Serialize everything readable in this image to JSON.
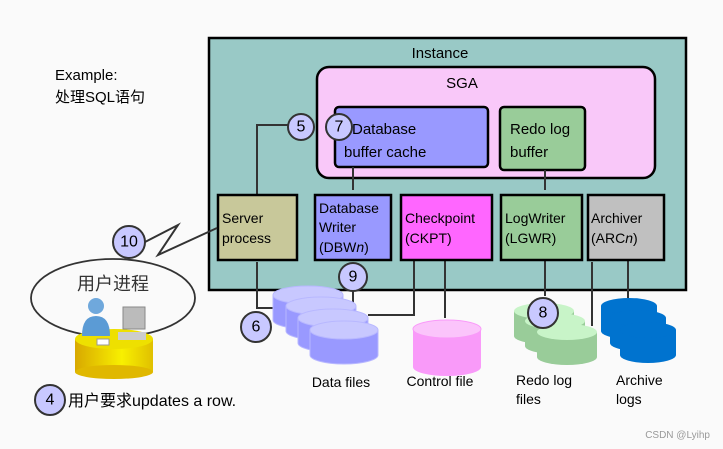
{
  "example": {
    "title": "Example:",
    "subtitle": "处理SQL语句"
  },
  "instance": {
    "label": "Instance",
    "color": "#99c9c6"
  },
  "sga": {
    "label": "SGA",
    "color": "#f9c8f9"
  },
  "buffer_cache": {
    "line1": "Database",
    "line2": "buffer cache",
    "color": "#9999ff"
  },
  "redo_buffer": {
    "line1": "Redo log",
    "line2": "buffer",
    "color": "#99cc99"
  },
  "processes": {
    "server": {
      "line1": "Server",
      "line2": "process",
      "color": "#c8c89a"
    },
    "dbwr": {
      "line1": "Database",
      "line2": "Writer",
      "line3a": "(DBW",
      "line3b": "n",
      "line3c": ")",
      "color": "#9999ff"
    },
    "ckpt": {
      "line1": "Checkpoint",
      "line2": "(CKPT)",
      "color": "#ff66ff"
    },
    "lgwr": {
      "line1": "LogWriter",
      "line2": "(LGWR)",
      "color": "#99cc99"
    },
    "arch": {
      "line1": "Archiver",
      "line2a": "(ARC",
      "line2b": "n",
      "line2c": ")",
      "color": "#c0c0c0"
    }
  },
  "files": {
    "data": "Data files",
    "control": "Control file",
    "redo1": "Redo log",
    "redo2": "files",
    "archive1": "Archive",
    "archive2": "logs"
  },
  "user_process": "用户进程",
  "steps": {
    "s4": "4",
    "s5": "5",
    "s6": "6",
    "s7": "7",
    "s8": "8",
    "s9": "9",
    "s10": "10"
  },
  "step4_text": "用户要求updates a row.",
  "watermark": "CSDN @Lyihp"
}
